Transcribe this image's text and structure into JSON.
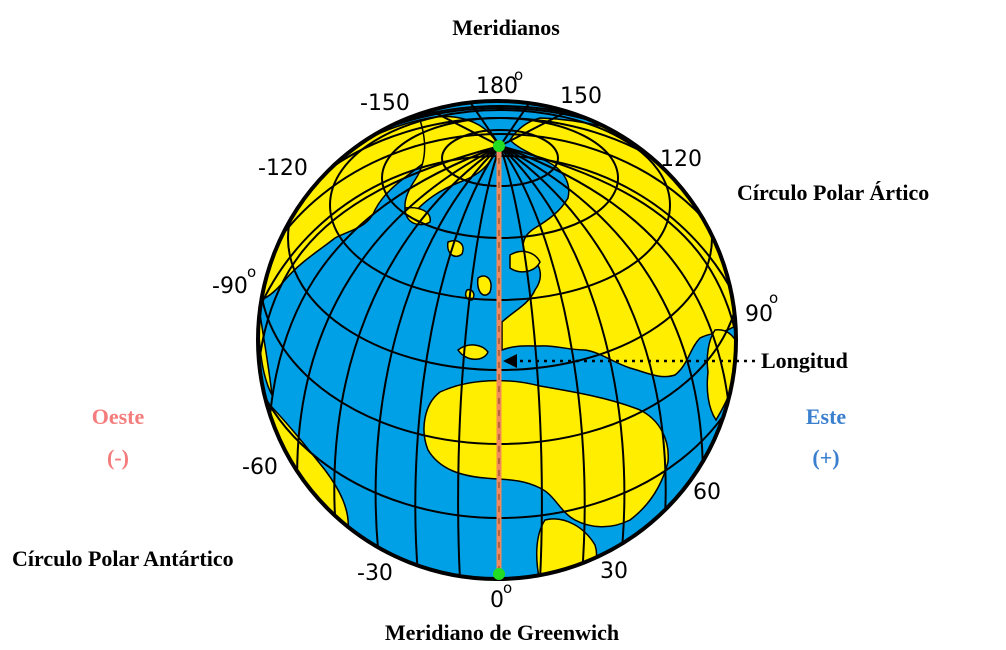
{
  "title": "Meridianos",
  "bottom_title": "Meridiano de Greenwich",
  "labels": {
    "arctic_circle": "Círculo Polar Ártico",
    "antarctic_circle": "Círculo Polar Antártico",
    "longitude": "Longitud",
    "west": "Oeste",
    "west_sign": "(-)",
    "east": "Este",
    "east_sign": "(+)"
  },
  "longitude_ticks": {
    "n180": "180",
    "n150": "-150",
    "p150": "150",
    "n120": "-120",
    "p120": "120",
    "n90": "-90",
    "p90": "90",
    "n60": "-60",
    "p60": "60",
    "n30": "-30",
    "p30": "30",
    "zero": "0"
  },
  "degree_symbol": "o",
  "colors": {
    "ocean": "#00a0e6",
    "land": "#ffee00",
    "grid": "#000000",
    "greenwich_line": "#f08a5d",
    "pole_marker": "#22dd22",
    "west": "#f47c7c",
    "east": "#3b7fcf"
  }
}
